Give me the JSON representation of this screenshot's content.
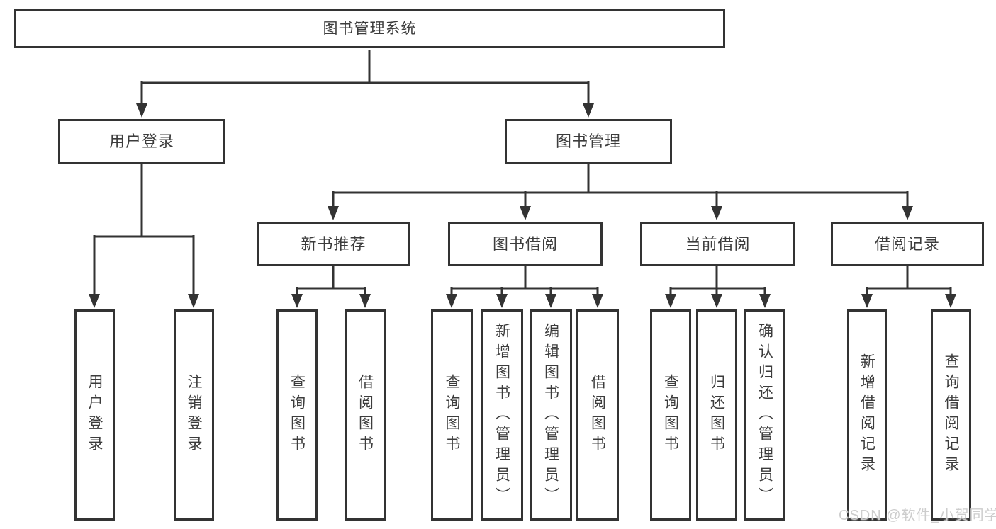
{
  "diagram": {
    "root": {
      "label": "图书管理系统"
    },
    "level2": [
      {
        "label": "用户登录"
      },
      {
        "label": "图书管理"
      }
    ],
    "level3": [
      {
        "label": "新书推荐",
        "parent": "图书管理"
      },
      {
        "label": "图书借阅",
        "parent": "图书管理"
      },
      {
        "label": "当前借阅",
        "parent": "图书管理"
      },
      {
        "label": "借阅记录",
        "parent": "图书管理"
      }
    ],
    "leaves": [
      {
        "label": "用户登录",
        "parent": "用户登录"
      },
      {
        "label": "注销登录",
        "parent": "用户登录"
      },
      {
        "label": "查询图书",
        "parent": "新书推荐"
      },
      {
        "label": "借阅图书",
        "parent": "新书推荐"
      },
      {
        "label": "查询图书",
        "parent": "图书借阅"
      },
      {
        "label": "新增图书（管理员）",
        "parent": "图书借阅"
      },
      {
        "label": "编辑图书（管理员）",
        "parent": "图书借阅"
      },
      {
        "label": "借阅图书",
        "parent": "图书借阅"
      },
      {
        "label": "查询图书",
        "parent": "当前借阅"
      },
      {
        "label": "归还图书",
        "parent": "当前借阅"
      },
      {
        "label": "确认归还（管理员）",
        "parent": "当前借阅"
      },
      {
        "label": "新增借阅记录",
        "parent": "借阅记录"
      },
      {
        "label": "查询借阅记录",
        "parent": "借阅记录"
      }
    ]
  },
  "watermark": "CSDN @软件_小贺同学",
  "colors": {
    "line": "#333333",
    "box_border": "#333333",
    "text": "#3c3c3c",
    "background": "#ffffff",
    "watermark": "#cacaca"
  }
}
